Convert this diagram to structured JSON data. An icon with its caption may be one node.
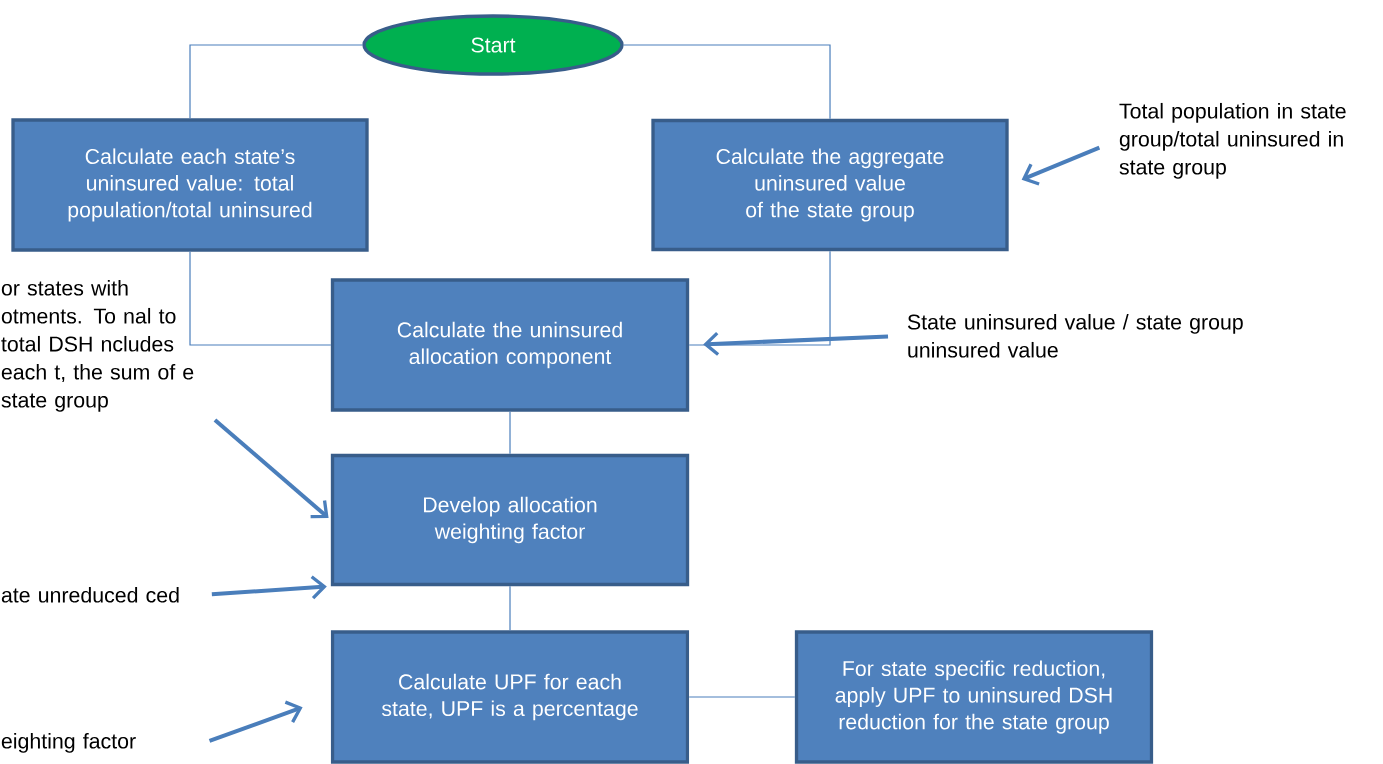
{
  "diagram": {
    "nodes": [
      {
        "text": [
          "Start"
        ]
      },
      {
        "text": [
          "Calculate each state’s uninsured value: total population/total uninsured"
        ]
      },
      {
        "text": [
          "Calculate the aggregate uninsured value of the state group"
        ]
      },
      {
        "text": [
          "Total population in state group/total uninsured in state group"
        ]
      },
      {
        "text": [
          "or states with otments.  To nal to total DSH ncludes each t, the sum of e state group"
        ]
      },
      {
        "text": [
          "Calculate the uninsured allocation component"
        ]
      },
      {
        "text": [
          "State uninsured value / state group uninsured value"
        ]
      },
      {
        "text": [
          "Develop allocation weighting factor"
        ]
      },
      {
        "text": [
          "ate unreduced ced"
        ]
      },
      {
        "text": [
          "Calculate UPF for each state, UPF is a percentage"
        ]
      },
      {
        "text": [
          "For state specific reduction, apply UPF to uninsured DSH reduction for the state group"
        ]
      },
      {
        "text": [
          "eighting factor"
        ]
      }
    ],
    "edges": [
      {
        "from": 0,
        "to": 1,
        "arrow": "none"
      },
      {
        "from": 0,
        "to": 2,
        "arrow": "none"
      },
      {
        "from": 1,
        "to": 5,
        "arrow": "none"
      },
      {
        "from": 2,
        "to": 5,
        "arrow": "none"
      },
      {
        "from": 3,
        "to": 2,
        "arrow": "to",
        "style": "thick"
      },
      {
        "from": 6,
        "to": 5,
        "arrow": "to",
        "style": "thick"
      },
      {
        "from": 5,
        "to": 7,
        "arrow": "none"
      },
      {
        "from": 4,
        "to": 7,
        "arrow": "to",
        "style": "thick"
      },
      {
        "from": 8,
        "to": 7,
        "arrow": "to",
        "style": "thick"
      },
      {
        "from": 7,
        "to": 9,
        "arrow": "none"
      },
      {
        "from": 9,
        "to": 10,
        "arrow": "none"
      },
      {
        "from": 11,
        "to": 9,
        "arrow": "to",
        "style": "thick"
      }
    ]
  }
}
